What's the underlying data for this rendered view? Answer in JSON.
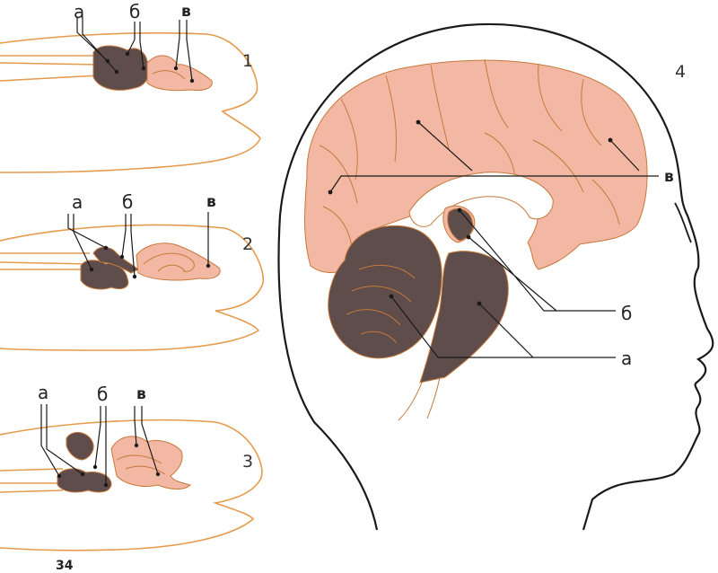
{
  "labels": {
    "a": "а",
    "b": "б",
    "v": "в"
  },
  "panels": [
    {
      "number": "1"
    },
    {
      "number": "2"
    },
    {
      "number": "3"
    },
    {
      "number": "4"
    }
  ],
  "page_number": "34",
  "colors": {
    "outline": "#e59a4c",
    "hindbrain": "#5e4d4a",
    "forebrain": "#f2b8a3",
    "lines": "#1a1a1a"
  }
}
